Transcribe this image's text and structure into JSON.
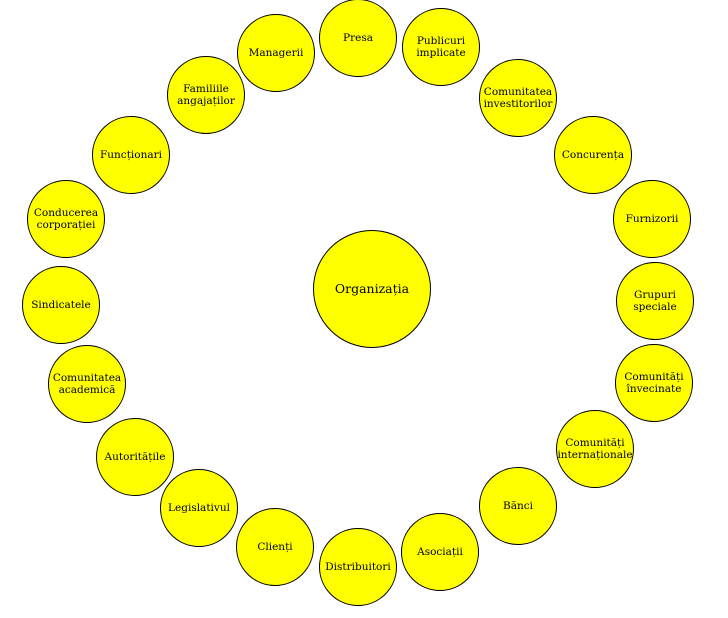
{
  "colors": {
    "fill": "#ffff00",
    "stroke": "#000000",
    "background": "#ffffff"
  },
  "center": {
    "label": "Organizația"
  },
  "stakeholders": [
    "Presa",
    "Publicuri\nimplicate",
    "Comunitatea\ninvestitorilor",
    "Concurența",
    "Furnizorii",
    "Grupuri\nspeciale",
    "Comunități\nînvecinate",
    "Comunități\ninternaționale",
    "Bănci",
    "Asociații",
    "Distribuitori",
    "Clienți",
    "Legislativul",
    "Autoritățile",
    "Comunitatea\nacademică",
    "Sindicatele",
    "Conducerea\ncorporației",
    "Funcționari",
    "Familiile\nangajaților",
    "Managerii"
  ]
}
